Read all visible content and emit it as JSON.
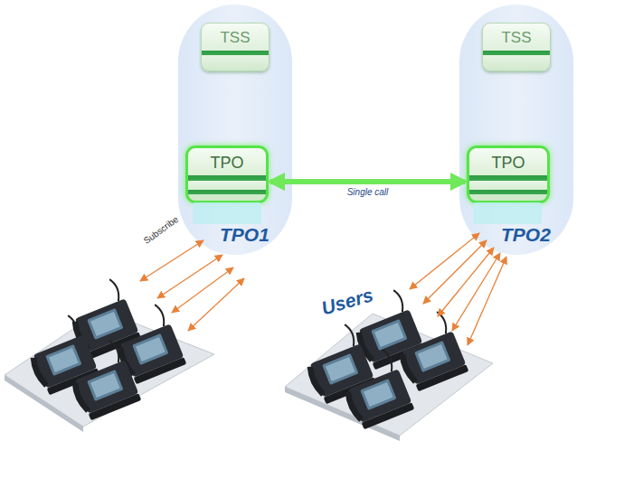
{
  "diagram": {
    "nodes": [
      {
        "text": [
          "TPO1"
        ]
      },
      {
        "text": [
          "TSS"
        ],
        "in": 0
      },
      {
        "text": [
          "TPO"
        ],
        "in": 0
      },
      {
        "text": [
          "TPO2"
        ]
      },
      {
        "text": [
          "TSS"
        ],
        "in": 3
      },
      {
        "text": [
          "TPO"
        ],
        "in": 3
      }
    ],
    "edges": [
      {
        "from": 2,
        "to": 5,
        "arrow": "both",
        "label": "Single call"
      }
    ],
    "labels": [
      "Subscribe",
      "Users"
    ]
  }
}
